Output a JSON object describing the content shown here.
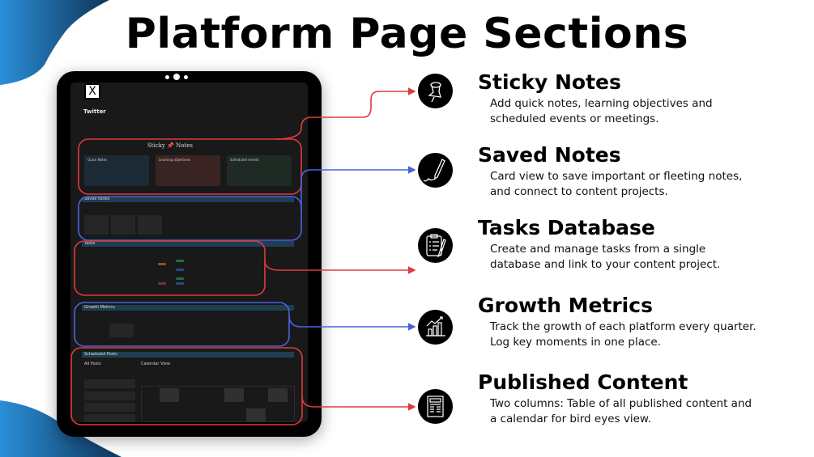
{
  "title": "Platform Page Sections",
  "tablet": {
    "page_title": "Twitter",
    "logo": "X",
    "sticky_header": "Sticky 📌 Notes",
    "sticky_cards": [
      "Quick Notes",
      "Learning objectives",
      "Scheduled events"
    ],
    "saved_notes": "Saved Notes",
    "tasks": "Tasks",
    "growth_metrics": "Growth Metrics",
    "scheduled_posts": "Scheduled Posts",
    "all_posts": "All Posts",
    "calendar_view": "Calendar View"
  },
  "sections": [
    {
      "heading": "Sticky Notes",
      "desc": "Add quick notes, learning objectives and scheduled events or meetings.",
      "icon": "pushpin-icon",
      "color": "#e03a3a"
    },
    {
      "heading": "Saved Notes",
      "desc": "Card view to save important or fleeting notes, and connect to content projects.",
      "icon": "pen-icon",
      "color": "#4a62e0"
    },
    {
      "heading": "Tasks Database",
      "desc": "Create and manage tasks from a single database and link to your content project.",
      "icon": "clipboard-icon",
      "color": "#e03a3a"
    },
    {
      "heading": "Growth Metrics",
      "desc": "Track the growth of each platform every quarter. Log key moments in one place.",
      "icon": "chart-icon",
      "color": "#4a62e0"
    },
    {
      "heading": "Published Content",
      "desc": "Two columns: Table of all published content and a calendar for bird eyes view.",
      "icon": "newspaper-icon",
      "color": "#e03a3a"
    }
  ]
}
